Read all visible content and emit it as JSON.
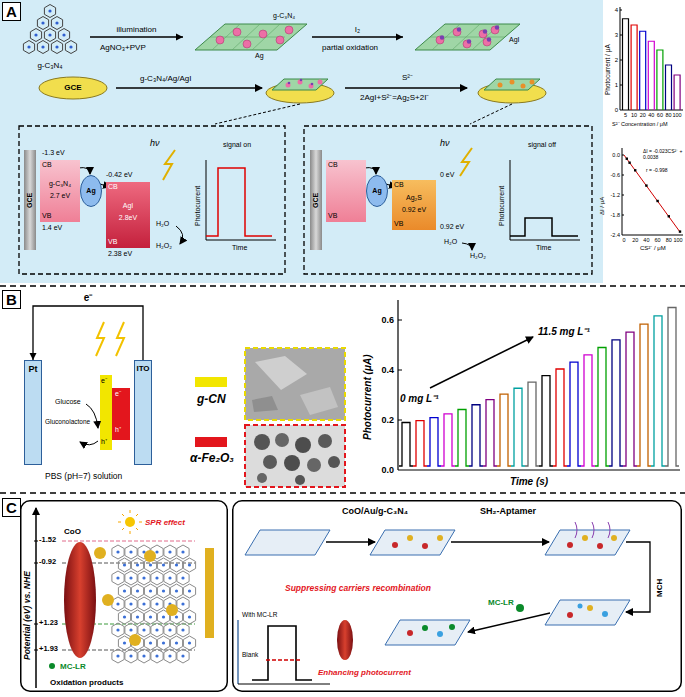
{
  "diagram": {
    "nodes": [
      {
        "text": [
          "A"
        ]
      },
      {
        "text": [
          "g-C₃N₄"
        ],
        "in": 0
      },
      {
        "text": [
          "g-C₃N₄",
          "Ag"
        ],
        "in": 0
      },
      {
        "text": [
          "AgI"
        ],
        "in": 0
      },
      {
        "text": [
          "GCE"
        ],
        "in": 0
      },
      {
        "text": [
          "signal on"
        ],
        "in": 0
      },
      {
        "text": [
          "GCE"
        ],
        "in": 5
      },
      {
        "text": [
          "CB",
          "g-C₃N₄",
          "2.7 eV",
          "VB"
        ],
        "in": 5
      },
      {
        "text": [
          "Ag"
        ],
        "in": 5
      },
      {
        "text": [
          "CB",
          "AgI",
          "2.8eV",
          "VB"
        ],
        "in": 5
      },
      {
        "text": [
          "signal off"
        ],
        "in": 0
      },
      {
        "text": [
          "GCE"
        ],
        "in": 10
      },
      {
        "text": [
          "CB",
          "VB"
        ],
        "in": 10
      },
      {
        "text": [
          "Ag"
        ],
        "in": 10
      },
      {
        "text": [
          "CB",
          "Ag₂S",
          "0.92 eV",
          "VB"
        ],
        "in": 10
      },
      {
        "text": [
          "B"
        ]
      },
      {
        "text": [
          "Pt"
        ],
        "in": 15
      },
      {
        "text": [
          "ITO"
        ],
        "in": 15
      },
      {
        "text": [
          "C"
        ]
      },
      {
        "text": [
          "Potential (eV) vs. NHE"
        ],
        "in": 18
      },
      {
        "text": [
          "CoO/Au/g-C₃N₄"
        ],
        "in": 18
      }
    ],
    "edges": [
      {
        "from": 1,
        "to": 2,
        "label": "illumination",
        "arrow": "to"
      },
      {
        "from": 2,
        "to": 3,
        "label": "I₂",
        "arrow": "to"
      },
      {
        "from": 17,
        "to": 16,
        "label": "e⁻",
        "arrow": "to"
      }
    ],
    "labels": [
      "AgNO₃+PVP",
      "partial oxidation",
      "g-C₃N₄/Ag/AgI",
      "S²⁻",
      "2AgI+S²⁻=Ag₂S+2I⁻",
      "-1.3 eV",
      "1.4 eV",
      "-0.42 eV",
      "2.38 eV",
      "hν",
      "H₂O",
      "H₂O₂",
      "Photocurrent",
      "Time",
      "0 eV",
      "0.92 eV",
      "hν",
      "H₂O",
      "H₂O₂",
      "Photocurrent",
      "Time",
      "Photocurrent / μA",
      "4",
      "3",
      "2",
      "1",
      "0",
      "5",
      "10",
      "20",
      "40",
      "60",
      "80",
      "100",
      "S²⁻ Concentration / μM",
      "ΔI = -0.023CS²⁻ + 0.0038",
      "r = -0.998",
      "0.0",
      "-0.6",
      "-1.2",
      "-1.8",
      "-2.4",
      "0",
      "20",
      "40",
      "60",
      "80",
      "100",
      "ΔI / μA",
      "CS²⁻ / μM",
      "e⁻",
      "e⁻",
      "h⁺",
      "h⁺",
      "Glucose",
      "Gluconolactone",
      "PBS (pH=7) solution",
      "Photocurrent (μA)",
      "0.0",
      "0.2",
      "0.4",
      "0.6",
      "Time (s)",
      "11.5 mg L⁻¹",
      "0 mg L⁻¹",
      "-1.52",
      "-0.92",
      "+1.23",
      "+1.93",
      "CoO",
      "SPR effect",
      "MC-LR",
      "Oxidation products",
      "SH₂-Aptamer",
      "MCH",
      "MC-LR",
      "Suppressing carriers recombination",
      "Enhancing photocurrent",
      "With MC-LR",
      "Blank"
    ],
    "legend": [
      {
        "text": "g-CN",
        "color": "#f2e600"
      },
      {
        "text": "α-Fe₂O₃",
        "color": "#e3161d"
      }
    ]
  }
}
